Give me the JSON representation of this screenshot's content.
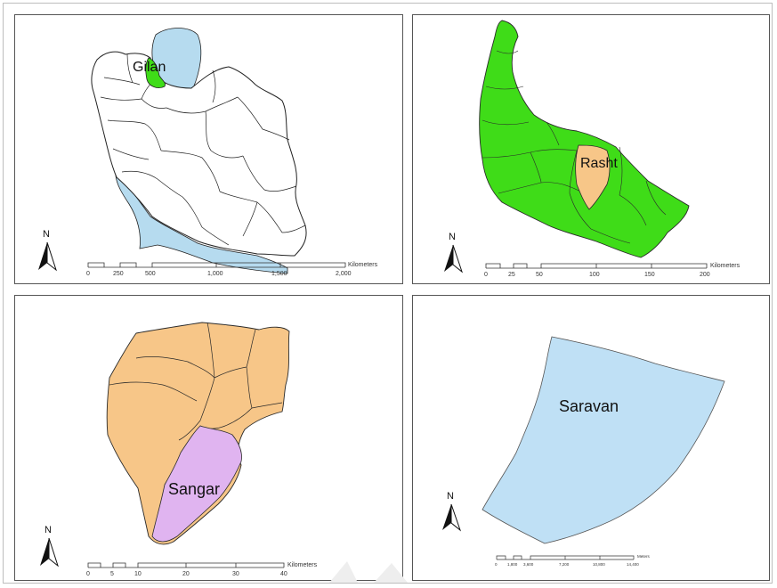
{
  "colors": {
    "water": "#b6dbef",
    "gilan_green": "#3fdc18",
    "rasht_tan": "#f7c688",
    "sangar_purple": "#e0b4f0",
    "saravan_blue": "#bfe0f5",
    "outline": "#222222"
  },
  "north_symbol": "N",
  "panels": [
    {
      "label": "Gilan",
      "scalebar": {
        "ticks": [
          "0",
          "250",
          "500",
          "1,000",
          "1,500",
          "2,000"
        ],
        "unit": "Kilometers"
      }
    },
    {
      "label": "Rasht",
      "scalebar": {
        "ticks": [
          "0",
          "25",
          "50",
          "100",
          "150",
          "200"
        ],
        "unit": "Kilometers"
      }
    },
    {
      "label": "Sangar",
      "scalebar": {
        "ticks": [
          "0",
          "5",
          "10",
          "20",
          "30",
          "40"
        ],
        "unit": "Kilometers"
      }
    },
    {
      "label": "Saravan",
      "scalebar": {
        "ticks": [
          "0",
          "1,800",
          "3,600",
          "7,200",
          "10,800",
          "14,400"
        ],
        "unit": "Meters"
      }
    }
  ]
}
